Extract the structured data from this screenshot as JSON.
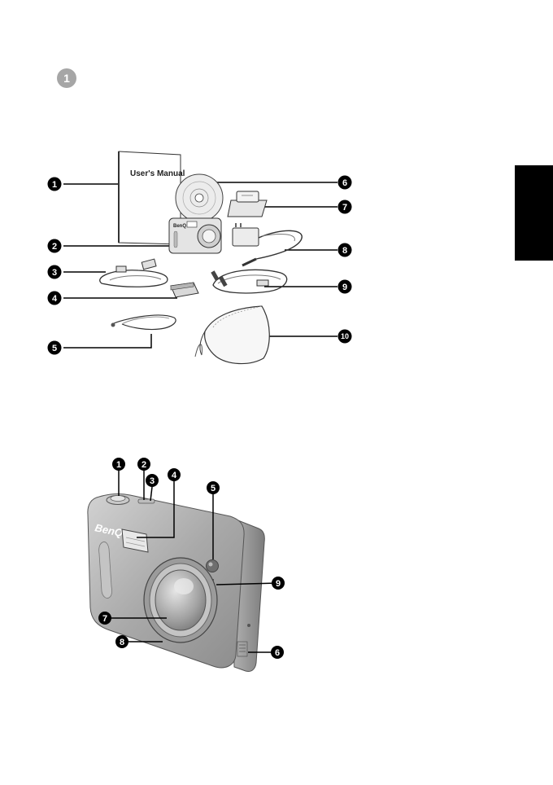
{
  "chapter": {
    "number": "1"
  },
  "box_contents": {
    "manual_title": "User's Manual",
    "camera_brand": "BenQ",
    "callouts": [
      "1",
      "2",
      "3",
      "4",
      "5",
      "6",
      "7",
      "8",
      "9",
      "10"
    ]
  },
  "camera_front": {
    "brand": "BenQ",
    "callouts": [
      "1",
      "2",
      "3",
      "4",
      "5",
      "6",
      "7",
      "8",
      "9"
    ]
  }
}
